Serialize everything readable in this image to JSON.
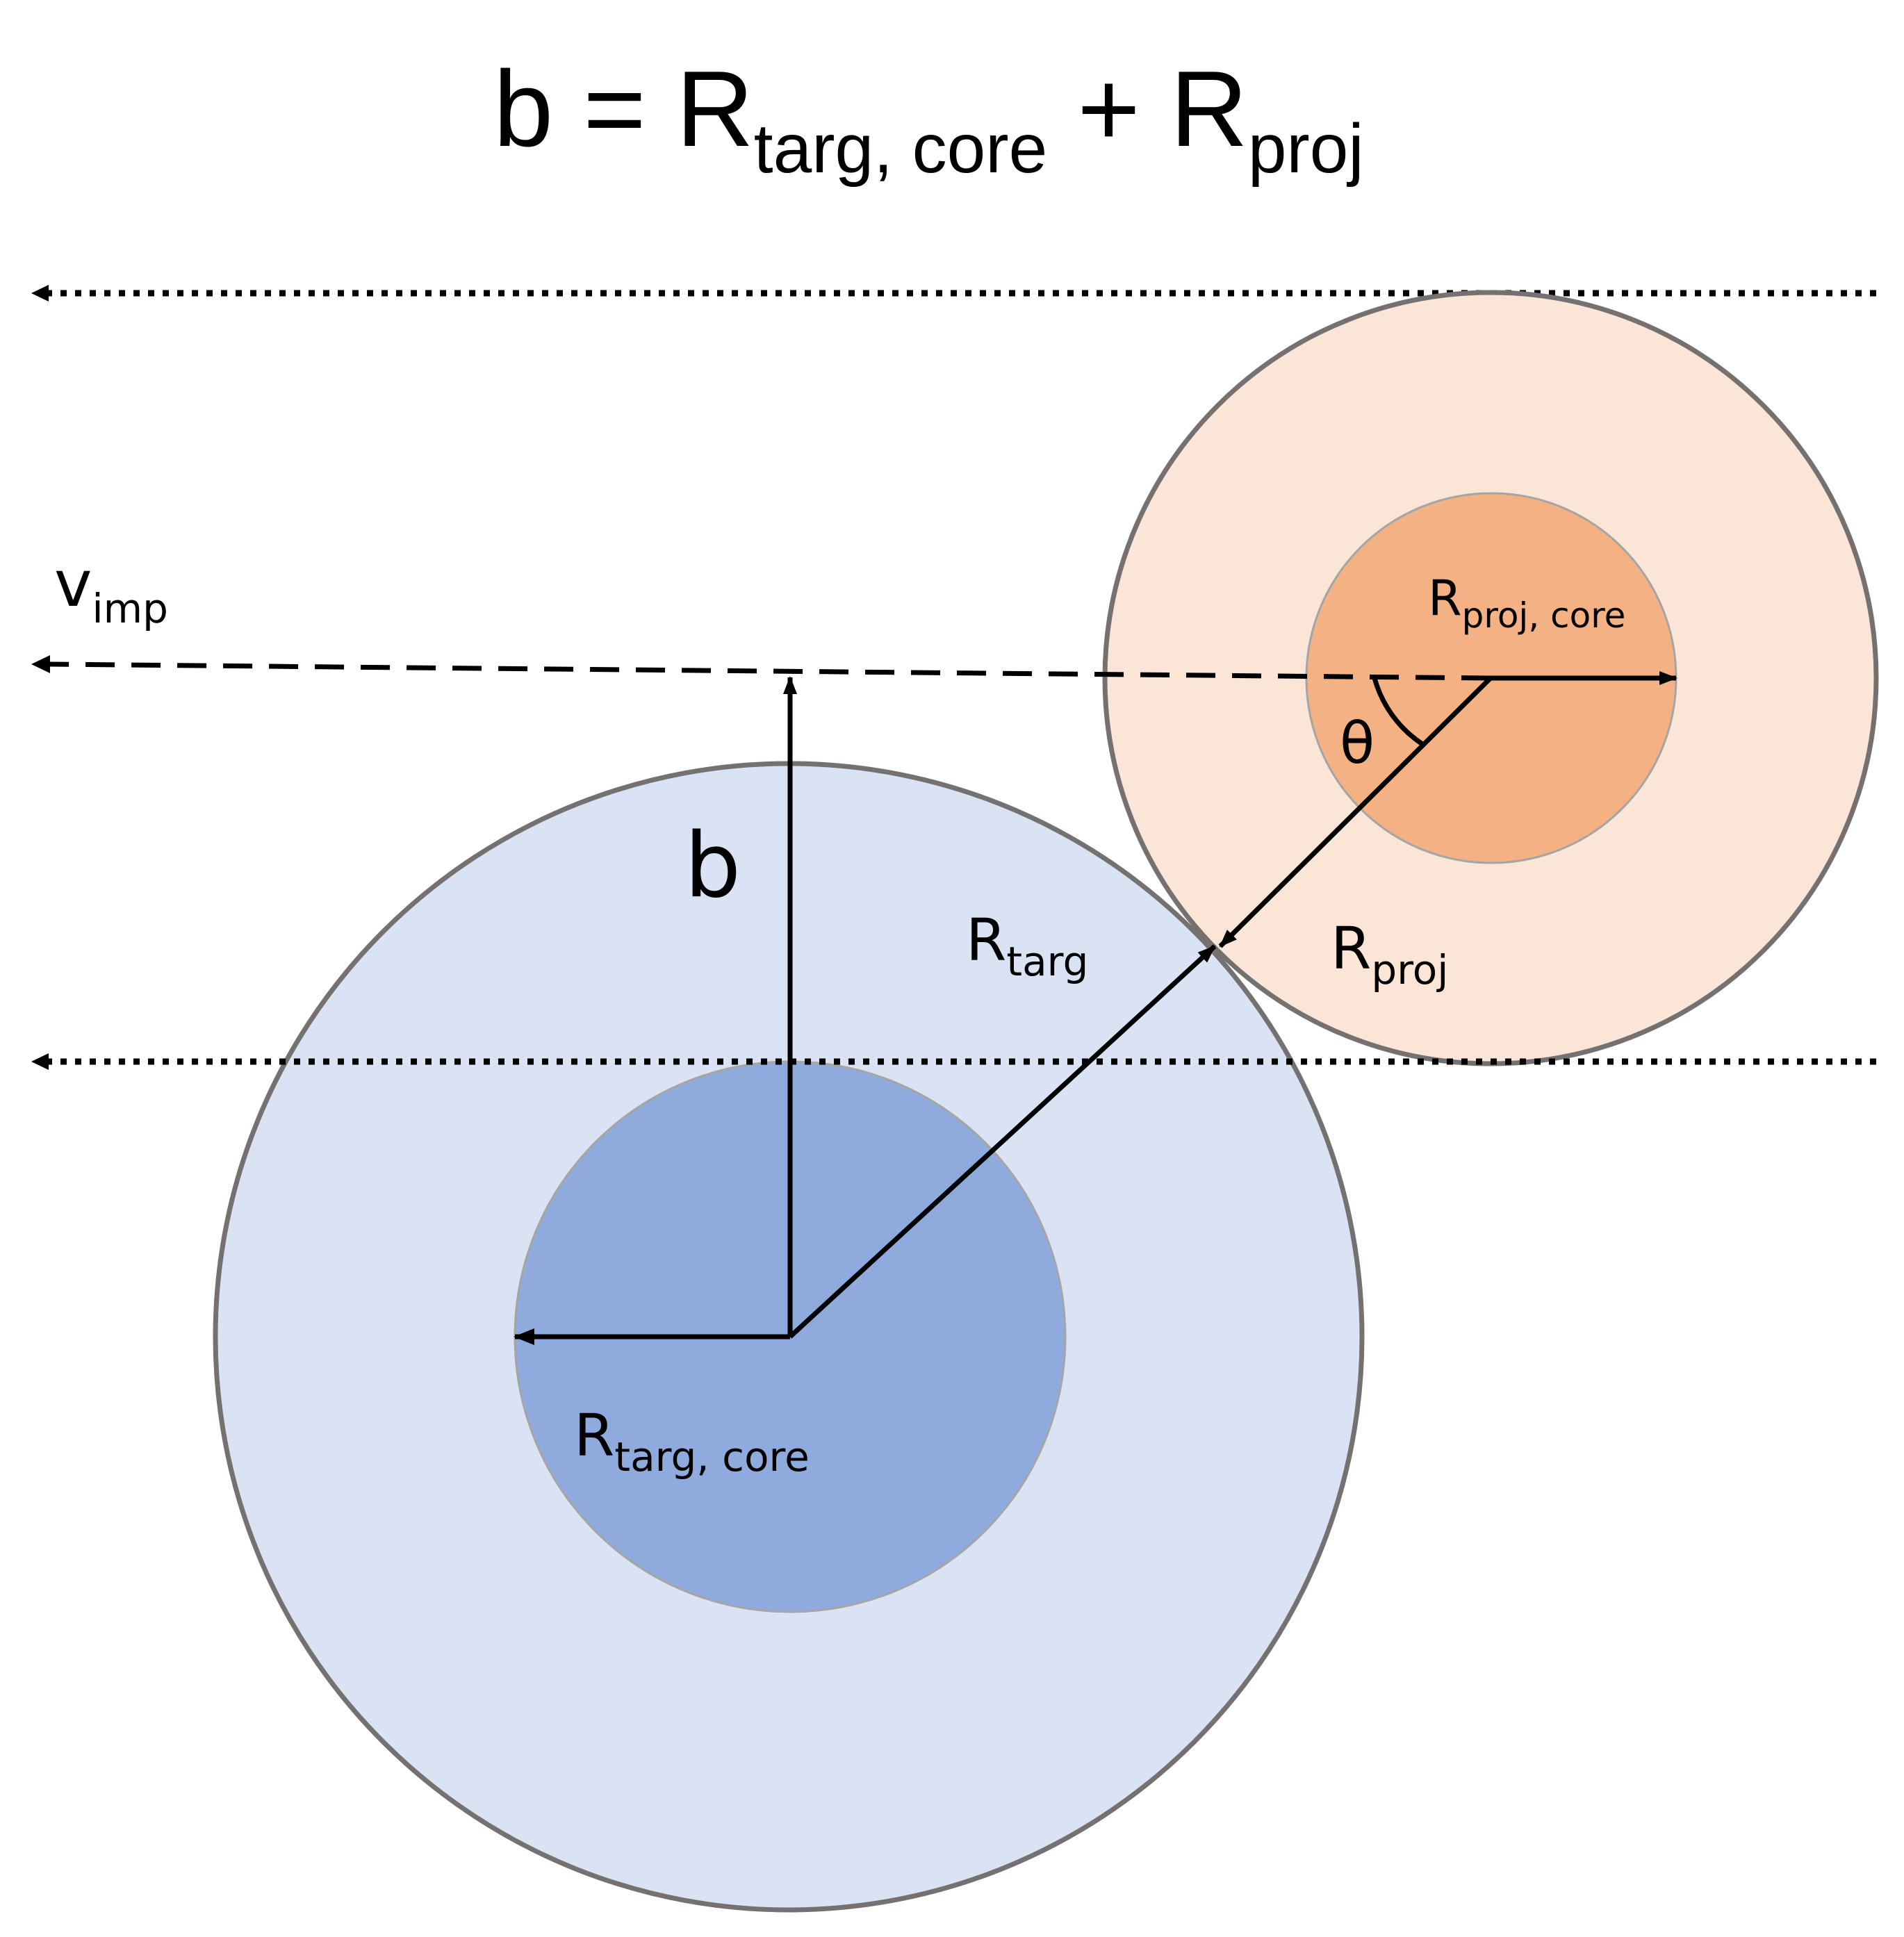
{
  "equation": {
    "lhs": "b = R",
    "sub1": "targ, core",
    "plus": " + R",
    "sub2": "proj"
  },
  "labels": {
    "v_base": "v",
    "v_sub": "imp",
    "b": "b",
    "theta": "θ",
    "r_targ_base": "R",
    "r_targ_sub": "targ",
    "r_proj_base": "R",
    "r_proj_sub": "proj",
    "r_targ_core_base": "R",
    "r_targ_core_sub": "targ, core",
    "r_proj_core_base": "R",
    "r_proj_core_sub": "proj, core"
  },
  "colors": {
    "target_mantle": "#dae3f3",
    "target_core": "#8faadc",
    "projectile_mantle": "#fbe5d6",
    "projectile_core": "#f4b183",
    "outline": "#767171",
    "arrow": "#000000"
  }
}
